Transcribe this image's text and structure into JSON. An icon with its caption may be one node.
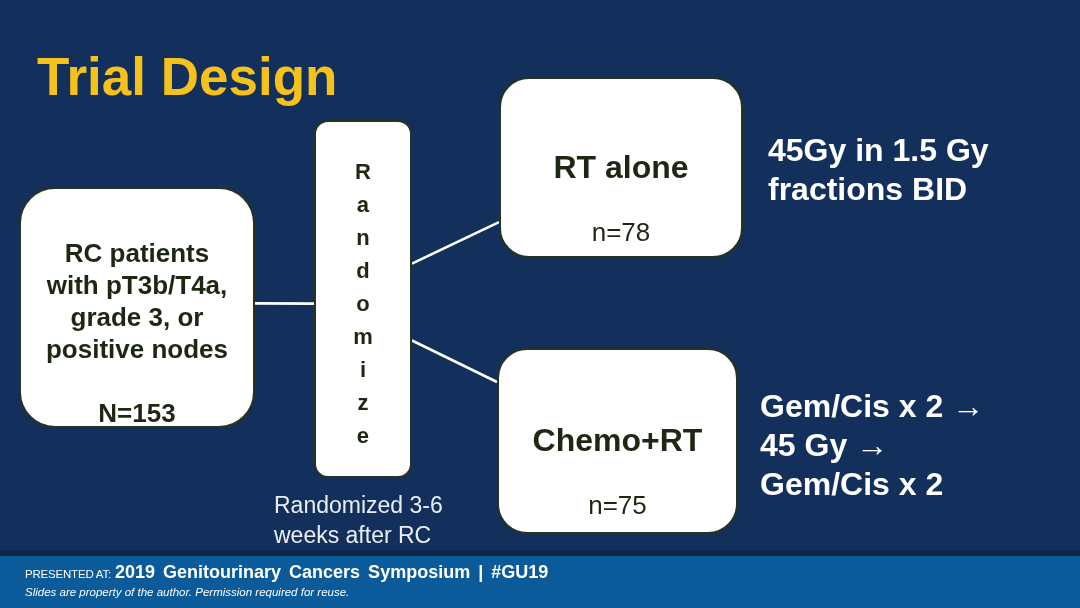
{
  "diagram": {
    "title": "Trial Design",
    "nodes": [
      {
        "text": [
          "RC patients with pT3b/T4a, grade 3, or positive nodes",
          "N=153"
        ]
      },
      {
        "text": [
          "Randomize"
        ],
        "beside": [
          "Randomized 3-6 weeks after RC"
        ]
      },
      {
        "text": [
          "RT alone",
          "n=78"
        ],
        "beside": [
          "45Gy in 1.5 Gy fractions BID"
        ]
      },
      {
        "text": [
          "Chemo+RT",
          "n=75"
        ],
        "beside": [
          "Gem/Cis x 2 → 45 Gy → Gem/Cis x 2"
        ]
      }
    ],
    "edges": [
      {
        "from": 0,
        "to": 1,
        "arrow": "none"
      },
      {
        "from": 1,
        "to": 2,
        "arrow": "none"
      },
      {
        "from": 1,
        "to": 3,
        "arrow": "none"
      }
    ],
    "labels": [
      "PRESENTED AT:",
      "2019 Genitourinary Cancers Symposium | #GU19",
      "Slides are property of the author. Permission required for reuse."
    ]
  }
}
